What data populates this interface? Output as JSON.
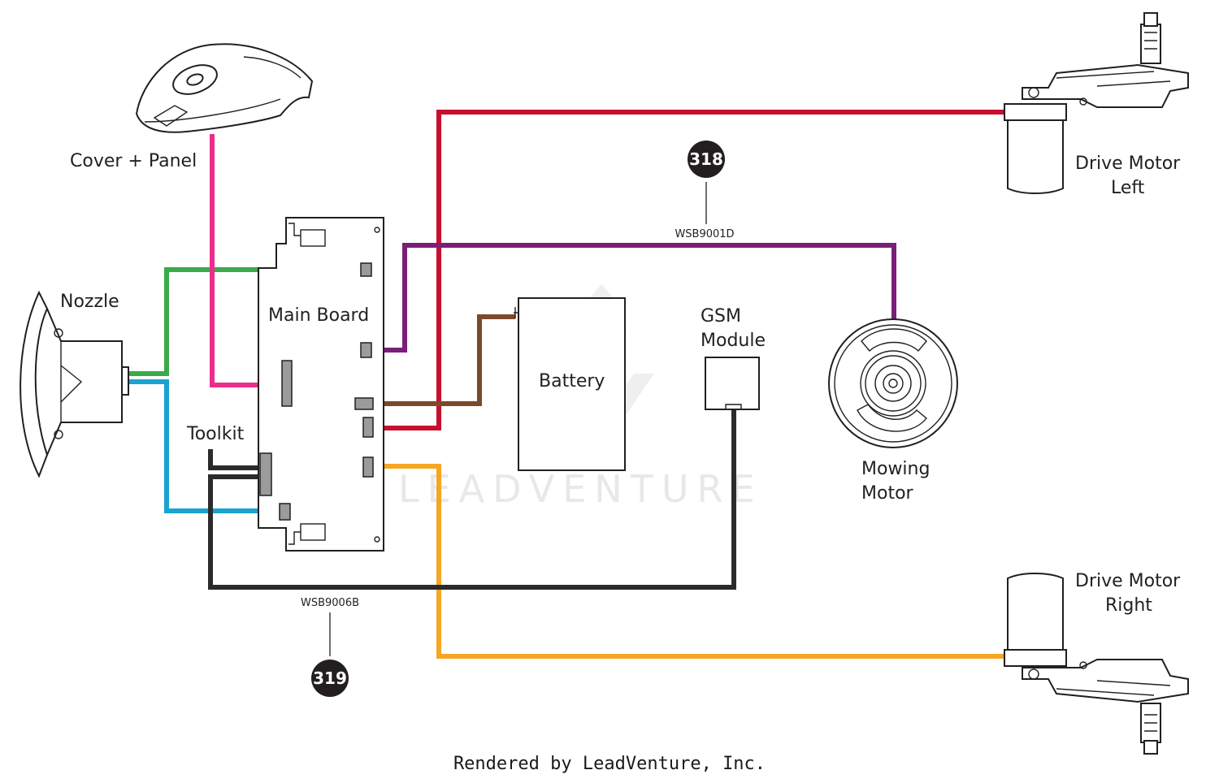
{
  "labels": {
    "cover_panel": "Cover + Panel",
    "nozzle": "Nozzle",
    "main_board": "Main Board",
    "toolkit": "Toolkit",
    "battery": "Battery",
    "gsm_line1": "GSM",
    "gsm_line2": "Module",
    "mowing_line1": "Mowing",
    "mowing_line2": "Motor",
    "drive_left_line1": "Drive Motor",
    "drive_left_line2": "Left",
    "drive_right_line1": "Drive Motor",
    "drive_right_line2": "Right"
  },
  "callouts": [
    {
      "number": "318",
      "code": "WSB9001D"
    },
    {
      "number": "319",
      "code": "WSB9006B"
    }
  ],
  "watermark": "LEADVENTURE",
  "footer": "Rendered by LeadVenture, Inc.",
  "colors": {
    "red": "#c8102e",
    "purple": "#7b1e7a",
    "green": "#3aaa4a",
    "pink": "#ec2d8c",
    "cyan": "#1aa3cf",
    "brown": "#7a4a2a",
    "orange": "#f5a623",
    "black": "#2b2b2b"
  }
}
